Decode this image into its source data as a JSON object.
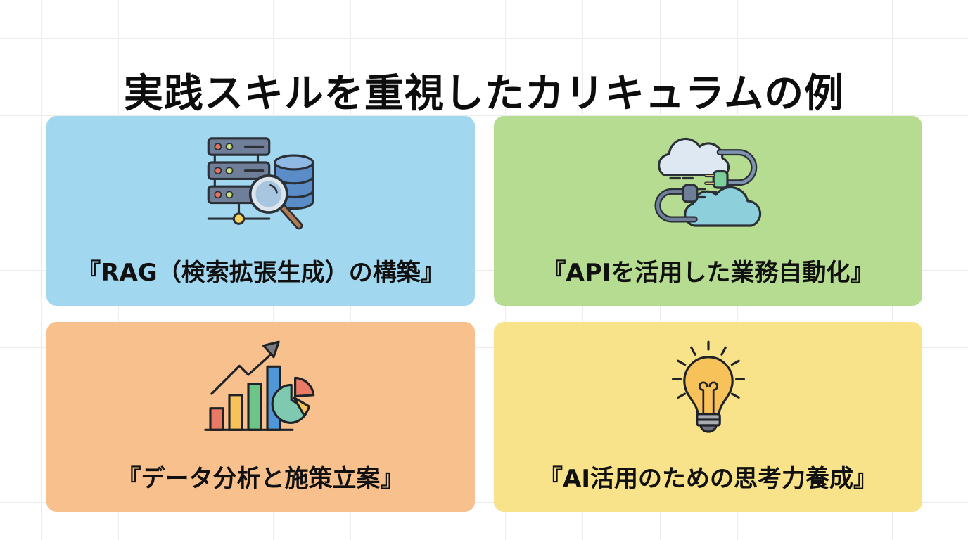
{
  "title": "実践スキルを重視したカリキュラムの例",
  "cards": [
    {
      "id": "rag",
      "label": "『RAG（検索拡張生成）の構築』",
      "icon": "server-database-search-icon",
      "background": "#a2d7f0"
    },
    {
      "id": "api",
      "label": "『APIを活用した業務自動化』",
      "icon": "cloud-plug-connection-icon",
      "background": "#b5dc90"
    },
    {
      "id": "data",
      "label": "『データ分析と施策立案』",
      "icon": "bar-chart-pie-chart-growth-icon",
      "background": "#f8c08c"
    },
    {
      "id": "ai",
      "label": "『AI活用のための思考力養成』",
      "icon": "lightbulb-idea-icon",
      "background": "#f8e38a"
    }
  ],
  "colors": {
    "grid_line": "#ececec",
    "title_text": "#0d0d0d",
    "outline": "#2b2f36"
  }
}
